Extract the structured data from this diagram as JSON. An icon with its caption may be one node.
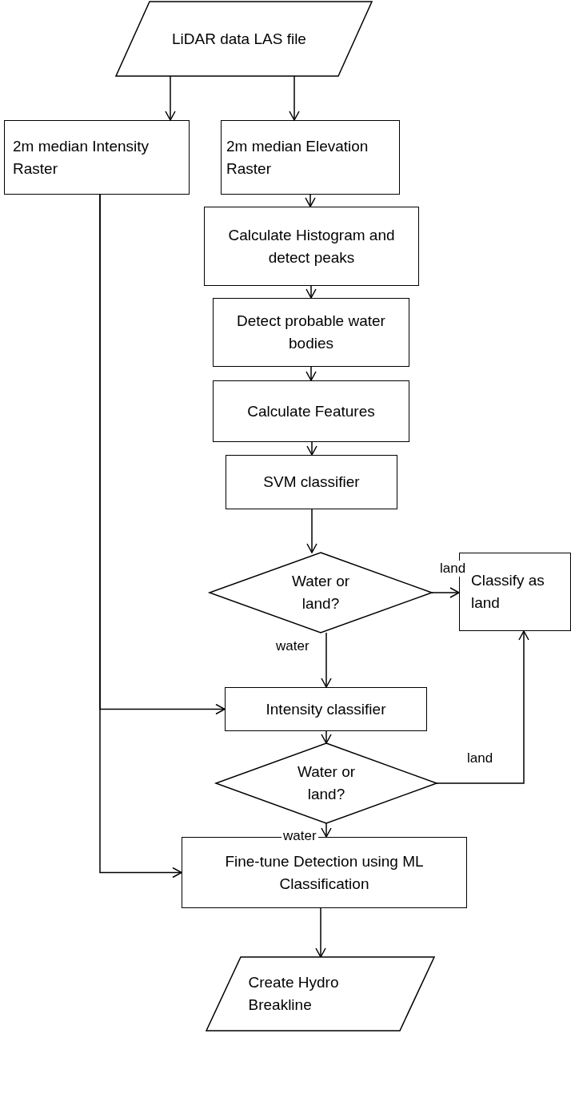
{
  "diagram": {
    "nodes": [
      {
        "text": [
          "LiDAR data LAS file"
        ]
      },
      {
        "text": [
          "2m median Intensity Raster"
        ]
      },
      {
        "text": [
          "2m median Elevation Raster"
        ]
      },
      {
        "text": [
          "Calculate Histogram and detect peaks"
        ]
      },
      {
        "text": [
          "Detect probable water bodies"
        ]
      },
      {
        "text": [
          "Calculate  Features"
        ]
      },
      {
        "text": [
          "SVM classifier"
        ]
      },
      {
        "text": [
          "Water or land?"
        ]
      },
      {
        "text": [
          "Classify as land"
        ]
      },
      {
        "text": [
          "Intensity classifier"
        ]
      },
      {
        "text": [
          "Water or land?"
        ]
      },
      {
        "text": [
          "Fine-tune  Detection using ML Classification"
        ]
      },
      {
        "text": [
          "Create  Hydro Breakline"
        ]
      }
    ],
    "edges": [
      {
        "from": 0,
        "to": 1,
        "arrow": "to"
      },
      {
        "from": 0,
        "to": 2,
        "arrow": "to"
      },
      {
        "from": 2,
        "to": 3,
        "arrow": "to"
      },
      {
        "from": 3,
        "to": 4,
        "arrow": "to"
      },
      {
        "from": 4,
        "to": 5,
        "arrow": "to"
      },
      {
        "from": 5,
        "to": 6,
        "arrow": "to"
      },
      {
        "from": 6,
        "to": 7,
        "arrow": "to"
      },
      {
        "from": 7,
        "to": 8,
        "arrow": "to",
        "label": "land"
      },
      {
        "from": 7,
        "to": 9,
        "arrow": "to",
        "label": "water"
      },
      {
        "from": 1,
        "to": 9,
        "arrow": "to"
      },
      {
        "from": 9,
        "to": 10,
        "arrow": "to"
      },
      {
        "from": 10,
        "to": 8,
        "arrow": "to",
        "label": "land"
      },
      {
        "from": 10,
        "to": 11,
        "arrow": "to",
        "label": "water"
      },
      {
        "from": 1,
        "to": 11,
        "arrow": "to"
      },
      {
        "from": 11,
        "to": 12,
        "arrow": "to"
      }
    ]
  }
}
